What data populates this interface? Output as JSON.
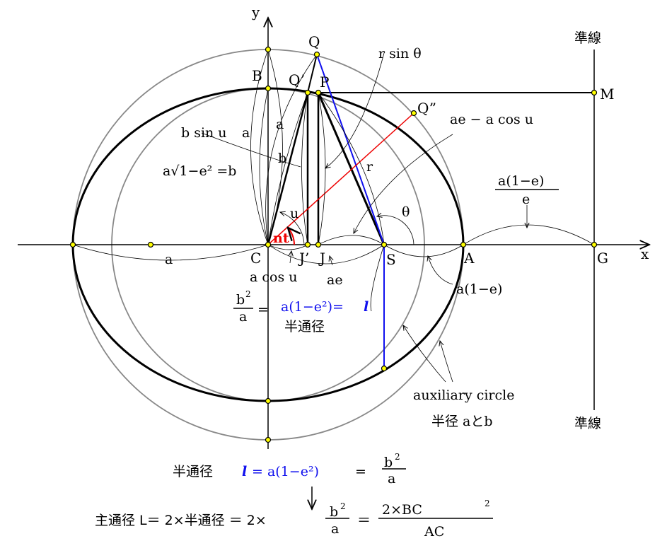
{
  "axes": {
    "x": "x",
    "y": "y"
  },
  "points": {
    "Q": "Q",
    "Q1": "Q’",
    "Q2": "Q”",
    "P": "P",
    "B": "B",
    "C": "C",
    "J1": "J’",
    "J": "J",
    "S": "S",
    "A": "A",
    "G": "G",
    "M": "M"
  },
  "labels": {
    "directrix_top": "準線",
    "directrix_bottom": "準線",
    "rsin": "r sin θ",
    "ae_minus": "ae − a cos u",
    "bsinu": "b sin u",
    "a_left": "a",
    "a_inner": "a",
    "b_inner": "b",
    "sqrt_expr": "a√1−e² =b",
    "r": "r",
    "u": "u",
    "nt": "nt",
    "theta": "θ",
    "a1e_over_e_num": "a(1−e)",
    "a1e_over_e_den": "e",
    "a_axis": "a",
    "acosu": "a cos u",
    "ae": "ae",
    "a1e": "a(1−e)",
    "b2": "b",
    "sup2": "2",
    "a_den": "a",
    "eq_blue": "a(1−e²)=",
    "l": "l",
    "semi_latus": "半通径",
    "aux1": "auxiliary circle",
    "aux2": "半径 aとb"
  },
  "formulas": {
    "line1_label": "半通径",
    "line1_l": "l",
    "line1_blue": "= a(1−e²)",
    "line1_eq": "=",
    "line1_num": "b",
    "line1_sup": "2",
    "line1_den": "a",
    "line2": "主通径  L＝ 2×半通径 ＝ 2×",
    "line2_num": "b",
    "line2_sup": "2",
    "line2_den": "a",
    "line2_eq": "＝",
    "line2_num2": "2×BC",
    "line2_sup2": "2",
    "line2_den2": "AC"
  },
  "colors": {
    "blue": "#1010ee",
    "red": "#ee0000",
    "circle": "#888888",
    "point": "#ffff00"
  }
}
